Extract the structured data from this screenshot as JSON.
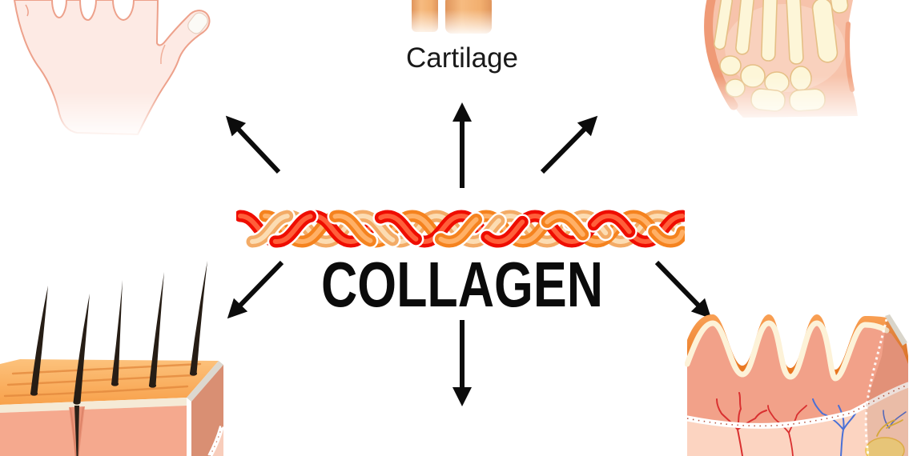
{
  "diagram": {
    "center": {
      "icon": "collagen-triple-helix-braid",
      "title": "COLLAGEN"
    },
    "nodes": [
      {
        "id": "hand",
        "icon": "hand-illustration"
      },
      {
        "id": "cartilage",
        "icon": "cartilage-joint-illustration",
        "label": "Cartilage"
      },
      {
        "id": "foot-bones",
        "icon": "foot-bones-illustration"
      },
      {
        "id": "skin-hair",
        "icon": "hairy-skin-cross-section-illustration"
      },
      {
        "id": "wrinkled-skin",
        "icon": "wrinkled-skin-cross-section-illustration"
      }
    ],
    "arrows": [
      {
        "direction": "up-left",
        "target": "hand"
      },
      {
        "direction": "up",
        "target": "cartilage"
      },
      {
        "direction": "up-right",
        "target": "foot-bones"
      },
      {
        "direction": "down-left",
        "target": "skin-hair"
      },
      {
        "direction": "down",
        "target": "skin"
      },
      {
        "direction": "down-right",
        "target": "wrinkled-skin"
      }
    ],
    "colors": {
      "background": "#ffffff",
      "text": "#0b0b0b",
      "arrow": "#0c0c0c",
      "strand_red": "#ef0d00",
      "strand_orange": "#f5831f",
      "strand_cream": "#f3ab66",
      "skin_light": "#fdeae4",
      "skin_orange_top": "#f8a14b",
      "skin_pink": "#f5a98e",
      "bone_cream": "#fdf6d8"
    }
  }
}
